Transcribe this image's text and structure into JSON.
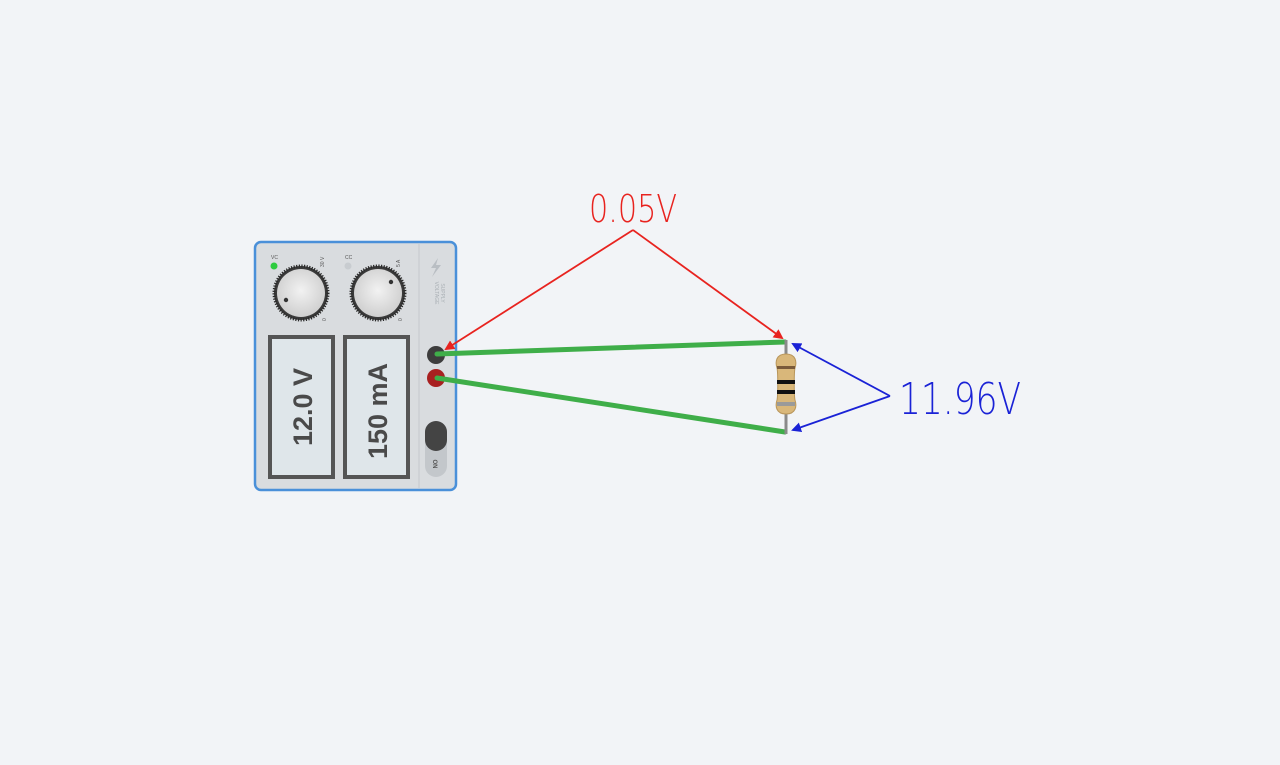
{
  "power_supply": {
    "cv_label": "VC",
    "cc_label": "CC",
    "voltage_max_label": "30 V",
    "current_max_label": "5 A",
    "voltage_min_label": "0",
    "current_min_label": "0",
    "side_label_1": "VOLTAGE",
    "side_label_2": "SUPPLY",
    "voltage_display": "12.0 V",
    "current_display": "150 mA",
    "switch_label": "ON",
    "cv_led_color": "#2ecc40",
    "cc_led_color": "#c8ccd0"
  },
  "annotations": {
    "top_voltage": "0.05V",
    "top_color": "#e8231f",
    "right_voltage": "11.96V",
    "right_color": "#1a22d6"
  },
  "wire_color": "#3fae49",
  "resistor": {
    "body_color": "#d9b77a",
    "band_colors": [
      "#7a5a3a",
      "#111111",
      "#111111",
      "#9a9a9a"
    ]
  }
}
